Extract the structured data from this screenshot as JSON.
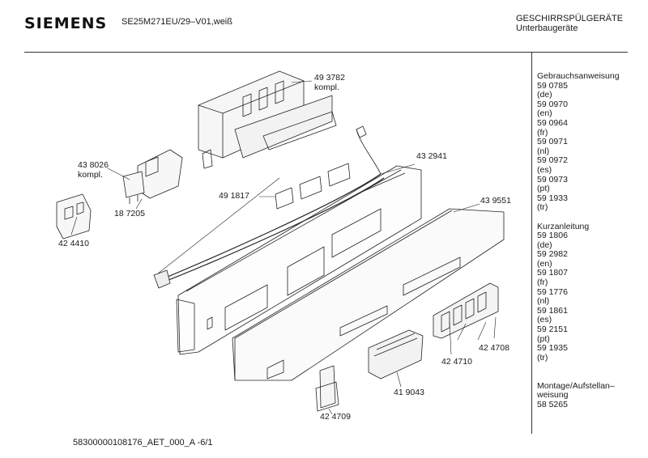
{
  "header": {
    "brand": "SIEMENS",
    "model": "SE25M271EU/29–V01,weiß",
    "category_line1": "GESCHIRRSPÜLGERÄTE",
    "category_line2": "Unterbaugeräte"
  },
  "documents": {
    "gebrauch_title": "Gebrauchsanweisung",
    "gebrauch": [
      {
        "number": "59 0785",
        "lang": "(de)"
      },
      {
        "number": "59 0970",
        "lang": "(en)"
      },
      {
        "number": "59 0964",
        "lang": "(fr)"
      },
      {
        "number": "59 0971",
        "lang": "(nl)"
      },
      {
        "number": "59 0972",
        "lang": "(es)"
      },
      {
        "number": "59 0973",
        "lang": "(pt)"
      },
      {
        "number": "59 1933",
        "lang": "(tr)"
      }
    ],
    "kurz_title": "Kurzanleitung",
    "kurz": [
      {
        "number": "59 1806",
        "lang": "(de)"
      },
      {
        "number": "59 2982",
        "lang": "(en)"
      },
      {
        "number": "59 1807",
        "lang": "(fr)"
      },
      {
        "number": "59 1776",
        "lang": "(nl)"
      },
      {
        "number": "59 1861",
        "lang": "(es)"
      },
      {
        "number": "59 2151",
        "lang": "(pt)"
      },
      {
        "number": "59 1935",
        "lang": "(tr)"
      }
    ],
    "montage_title_line1": "Montage/Aufstellan–",
    "montage_title_line2": "weisung",
    "montage_number": "58 5265"
  },
  "parts": {
    "p493782": "49 3782",
    "p493782_note": "kompl.",
    "p438026": "43 8026",
    "p438026_note": "kompl.",
    "p432941": "43 2941",
    "p491817": "49 1817",
    "p439551": "43 9551",
    "p187205": "18 7205",
    "p424410": "42 4410",
    "p424710": "42 4710",
    "p424708": "42 4708",
    "p419043": "41 9043",
    "p424709": "42 4709"
  },
  "footer": {
    "code": "58300000108176_AET_000_A  -6/1"
  }
}
